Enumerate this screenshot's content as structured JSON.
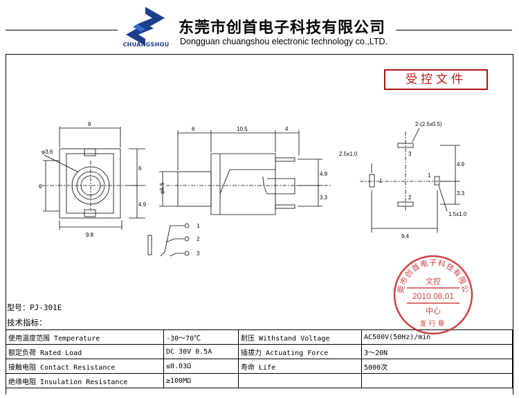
{
  "header": {
    "brand": "CHUANGSHOU",
    "company_cn": "东莞市创首电子科技有限公司",
    "company_en": "Dongguan chuangshou electronic technology co.,LTD."
  },
  "controlled_doc": "受控文件",
  "drawing": {
    "dim_front_width": "8",
    "dim_hole": "φ3.6",
    "dim_front_h_top": "6",
    "dim_front_h_bottom": "4.9",
    "dim_front_side": "6",
    "dim_front_bottom": "9.8",
    "dim_side_6": "6",
    "dim_side_10_5": "10.5",
    "dim_side_4": "4",
    "dim_side_dia": "φ5.5",
    "dim_side_4_9": "4.9",
    "dim_side_3_3": "3.3",
    "schematic_pins": [
      "1",
      "2",
      "3"
    ],
    "dim_pcb_top": "2-(2.5x0.5)",
    "dim_pcb_left": "2.5x1.0",
    "dim_pcb_right": "1.5x1.0",
    "dim_pcb_4_9": "4.9",
    "dim_pcb_3_3": "3.3",
    "dim_pcb_9_4": "9.4",
    "pcb_pins": [
      "1",
      "1",
      "2",
      "3"
    ]
  },
  "model_line": "型号：PJ-301E",
  "spec_title": "技术指标：",
  "specs": [
    [
      "使用温度范围 Temperature",
      "-30～70℃",
      "耐压 Withstand Voltage",
      "AC500V(50Hz)/min"
    ],
    [
      "额定负荷 Rated Load",
      "DC 30V 0.5A",
      "插拔力 Actuating Force",
      "3～20N"
    ],
    [
      "接触电阻 Contact Resistance",
      "≤0.03Ω",
      "寿命 Life",
      "5000次"
    ],
    [
      "绝缘电阻 Insulation Resistance",
      "≥100MΩ",
      "",
      ""
    ]
  ],
  "stamp": {
    "ring_text": "东莞市创首电子科技有限公司",
    "line1": "文控",
    "date": "2010.08.01",
    "line2": "中心",
    "bottom": "发行章"
  },
  "colors": {
    "stamp_red": "#c82020",
    "brand_blue": "#1c3f8c"
  }
}
